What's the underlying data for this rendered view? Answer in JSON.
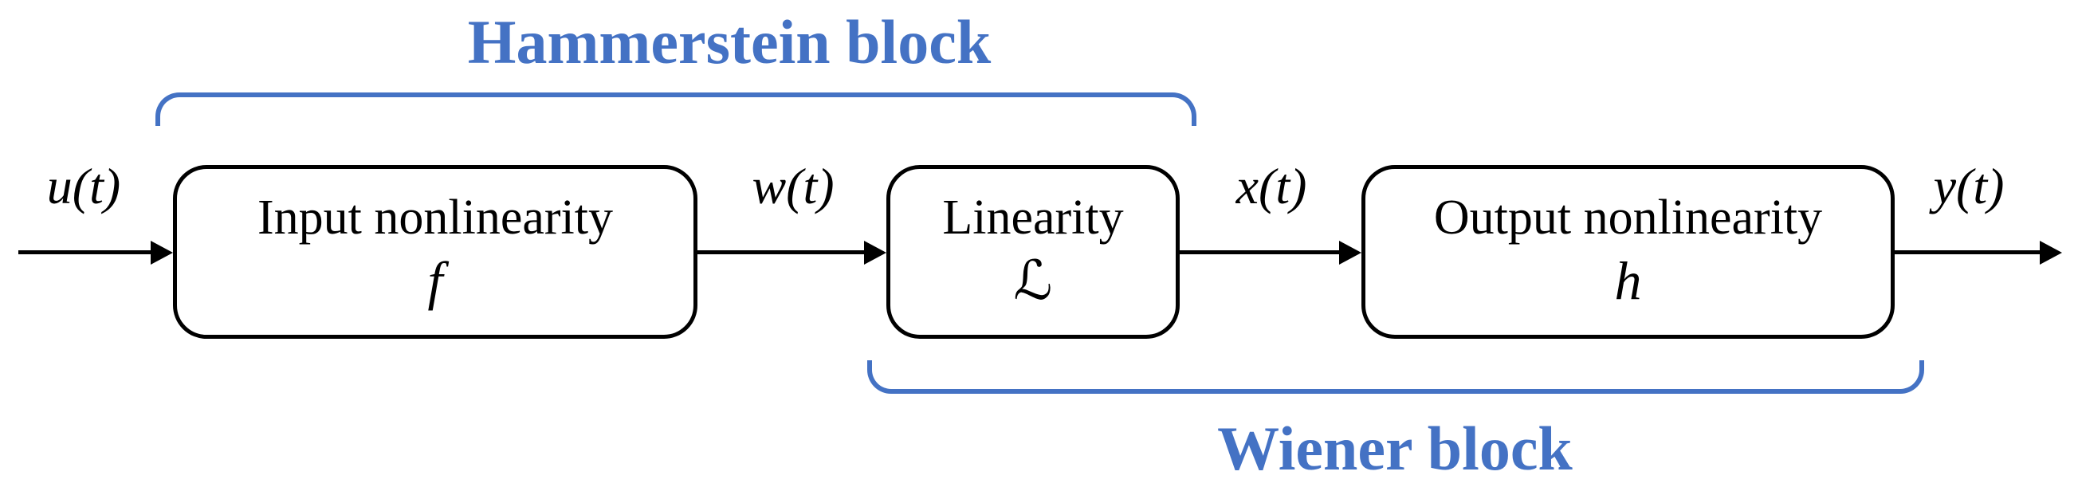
{
  "diagram": {
    "hammerstein_label": "Hammerstein block",
    "wiener_label": "Wiener block",
    "accent_color": "#4472C4",
    "line_color": "#000000",
    "background_color": "#FFFFFF",
    "signals": {
      "input": "u(t)",
      "after_input_nonlinearity": "w(t)",
      "after_linearity": "x(t)",
      "output": "y(t)"
    },
    "blocks": [
      {
        "label": "Input nonlinearity",
        "symbol": "f"
      },
      {
        "label": "Linearity",
        "symbol": "ℒ"
      },
      {
        "label": "Output nonlinearity",
        "symbol": "h"
      }
    ]
  }
}
